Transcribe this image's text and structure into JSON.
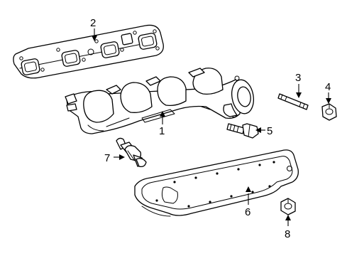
{
  "callouts": {
    "c1": "1",
    "c2": "2",
    "c3": "3",
    "c4": "4",
    "c5": "5",
    "c6": "6",
    "c7": "7",
    "c8": "8"
  },
  "parts": [
    {
      "callout": "1",
      "icon": "exhaust-manifold-icon"
    },
    {
      "callout": "2",
      "icon": "manifold-gasket-icon"
    },
    {
      "callout": "3",
      "icon": "stud-icon"
    },
    {
      "callout": "4",
      "icon": "hex-nut-icon"
    },
    {
      "callout": "5",
      "icon": "bolt-icon"
    },
    {
      "callout": "6",
      "icon": "heat-shield-icon"
    },
    {
      "callout": "7",
      "icon": "sensor-icon"
    },
    {
      "callout": "8",
      "icon": "hex-nut-icon"
    }
  ]
}
